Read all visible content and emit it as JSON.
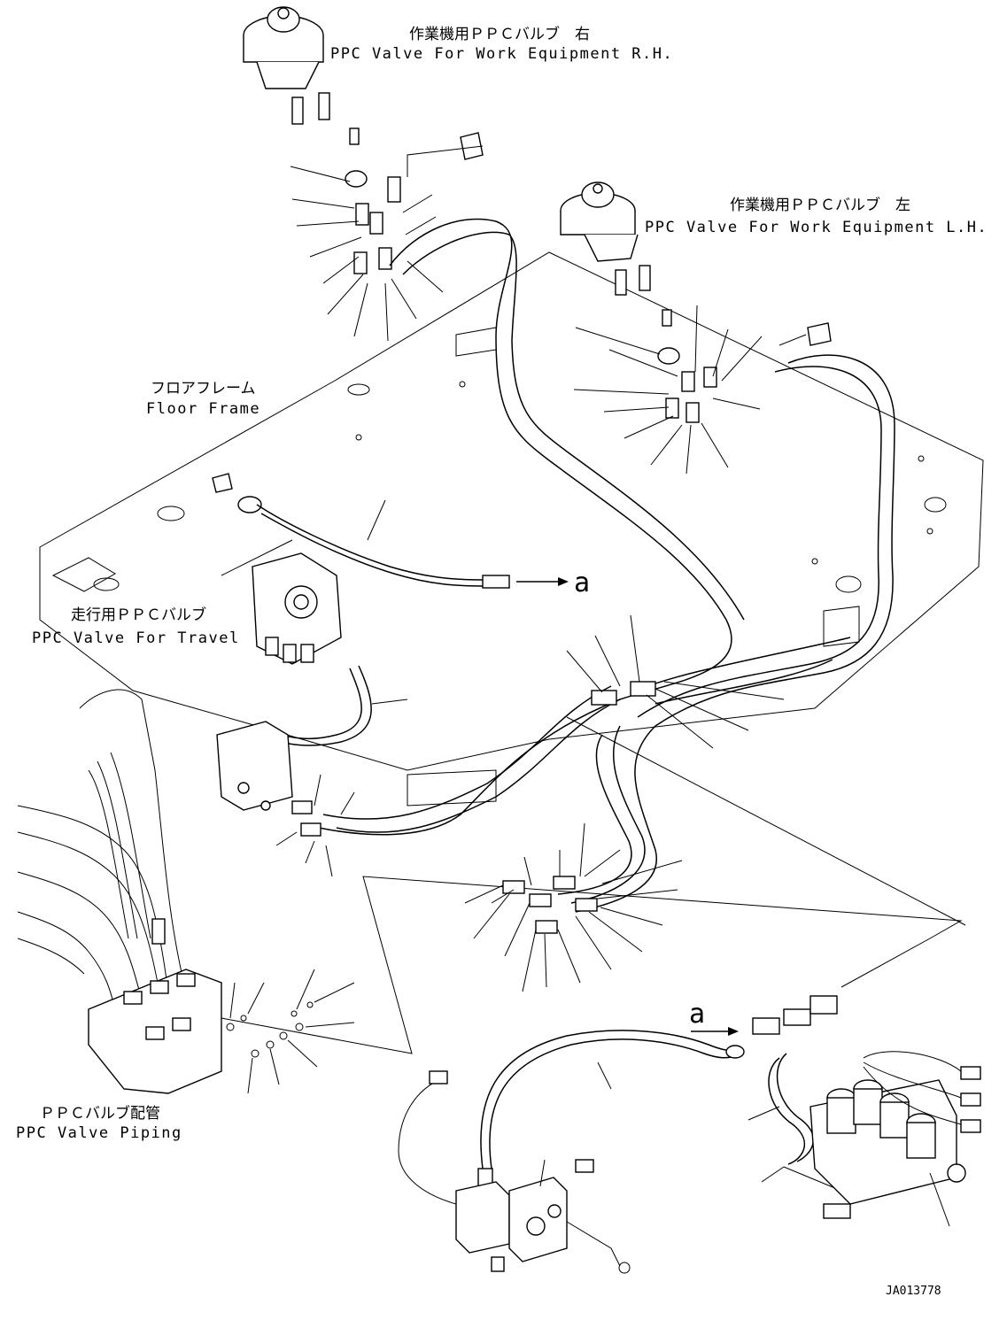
{
  "labels": {
    "rh_valve_jp": "作業機用ＰＰＣバルブ　右",
    "rh_valve_en": "PPC Valve For Work Equipment R.H.",
    "lh_valve_jp": "作業機用ＰＰＣバルブ　左",
    "lh_valve_en": "PPC Valve For Work Equipment L.H.",
    "floor_jp": "フロアフレーム",
    "floor_en": "Floor Frame",
    "travel_jp": "走行用ＰＰＣバルブ",
    "travel_en": "PPC Valve For Travel",
    "piping_jp": "ＰＰＣバルブ配管",
    "piping_en": "PPC Valve Piping",
    "ref_a1": "a",
    "ref_a2": "a",
    "drawing_no": "JA013778"
  }
}
